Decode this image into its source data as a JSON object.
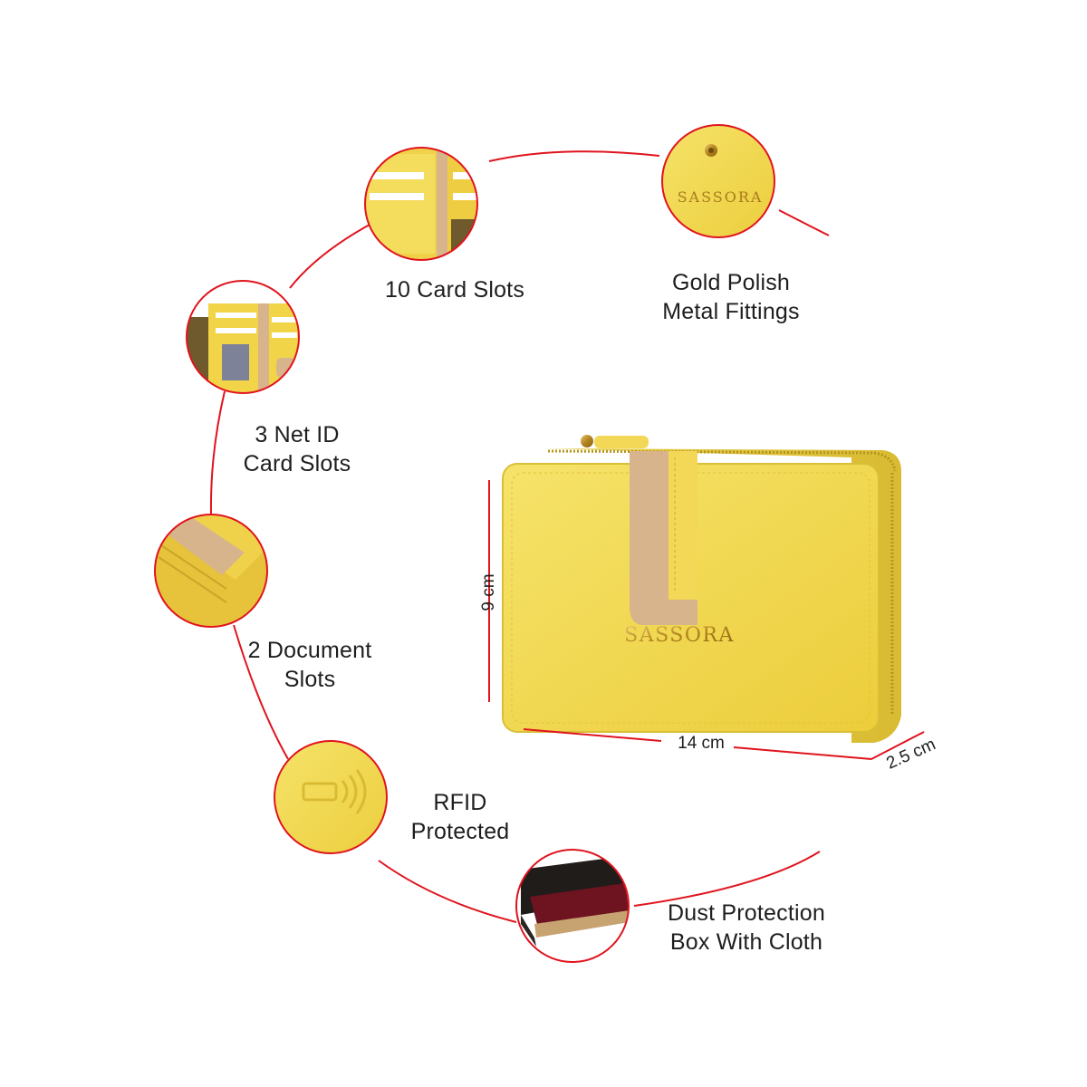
{
  "features": [
    {
      "id": "card-slots",
      "lines": [
        "10 Card Slots"
      ],
      "icon": "card-slots-closeup"
    },
    {
      "id": "metal-fittings",
      "lines": [
        "Gold Polish",
        "Metal Fittings"
      ],
      "icon": "logo-plate-closeup"
    },
    {
      "id": "net-id",
      "lines": [
        "3 Net ID",
        "Card Slots"
      ],
      "icon": "open-wallet-closeup"
    },
    {
      "id": "document-slots",
      "lines": [
        "2 Document",
        "Slots"
      ],
      "icon": "document-pocket-closeup"
    },
    {
      "id": "rfid",
      "lines": [
        "RFID",
        "Protected"
      ],
      "icon": "rfid-emboss-closeup"
    },
    {
      "id": "dust-box",
      "lines": [
        "Dust Protection",
        "Box With Cloth"
      ],
      "icon": "gift-box-closeup"
    }
  ],
  "product": {
    "brand_mark": "SASSORA",
    "colors": {
      "body": "#f3dc4f",
      "strap": "#d8b48c",
      "hardware": "#b78b2c",
      "accent_line": "#e0141e"
    }
  },
  "dimensions": {
    "height": "9 cm",
    "width": "14 cm",
    "depth": "2.5 cm"
  }
}
